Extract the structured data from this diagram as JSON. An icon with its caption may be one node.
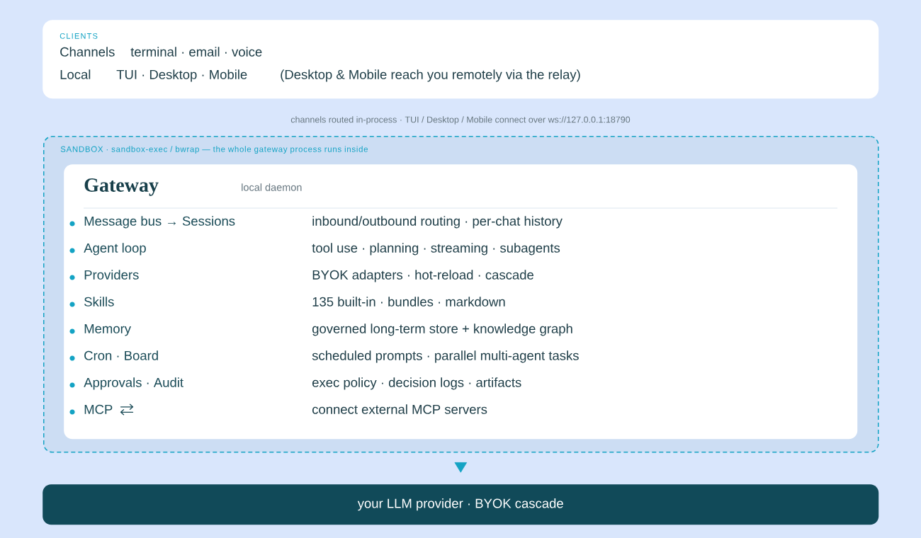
{
  "diagram": {
    "nodes": [
      {
        "text": [
          "CLIENTS",
          "Channels",
          "terminal · email · voice",
          "Local",
          "TUI · Desktop · Mobile",
          "(Desktop & Mobile reach you remotely via the relay)"
        ]
      },
      {
        "text": [
          "SANDBOX · sandbox-exec / bwrap — the whole gateway process runs inside"
        ]
      },
      {
        "text": [
          "Gateway",
          "local daemon",
          "Message bus → Sessions",
          "inbound/outbound routing · per-chat history",
          "Agent loop",
          "tool use · planning · streaming · subagents",
          "Providers",
          "BYOK adapters · hot-reload · cascade",
          "Skills",
          "135 built-in · bundles · markdown",
          "Memory",
          "governed long-term store + knowledge graph",
          "Cron · Board",
          "scheduled prompts · parallel multi-agent tasks",
          "Approvals · Audit",
          "exec policy · decision logs · artifacts",
          "MCP",
          "connect external MCP servers"
        ],
        "in": 1
      },
      {
        "text": [
          "your LLM provider · BYOK cascade"
        ]
      }
    ],
    "edges": [
      {
        "from": 1,
        "to": 3,
        "arrow": "to"
      }
    ],
    "labels": [
      "channels routed in-process · TUI / Desktop / Mobile connect over ws://127.0.0.1:18790"
    ]
  }
}
